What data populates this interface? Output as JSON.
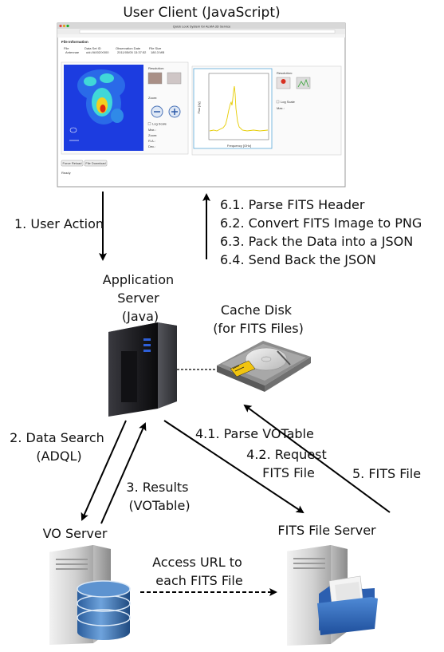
{
  "nodes": {
    "client": {
      "title": "User Client (JavaScript)"
    },
    "app_server": {
      "lines": [
        "Application",
        "Server",
        "(Java)"
      ]
    },
    "cache_disk": {
      "lines": [
        "Cache Disk",
        "(for FITS Files)"
      ]
    },
    "vo_server": {
      "title": "VO Server"
    },
    "fits_server": {
      "title": "FITS File Server"
    }
  },
  "edges": {
    "user_action": "1. User Action",
    "response_steps": [
      "6.1. Parse FITS Header",
      "6.2. Convert FITS Image to PNG",
      "6.3. Pack the Data into a JSON",
      "6.4. Send Back the JSON"
    ],
    "data_search": [
      "2. Data Search",
      "(ADQL)"
    ],
    "results": [
      "3. Results",
      "(VOTable)"
    ],
    "parse_votable": "4.1. Parse VOTable",
    "request_fits": [
      "4.2. Request",
      "FITS File"
    ],
    "fits_file": "5. FITS File",
    "access_url": [
      "Access URL to",
      "each FITS File"
    ]
  },
  "screenshot": {
    "window_title": "Quick Look System for ALMA 3D Service",
    "panel_title": "File Information",
    "fields": [
      "File",
      "Data Set ID",
      "Observation Date",
      "File Size"
    ],
    "field_values": [
      "Antennae",
      "uid://A002/X000",
      "2011/05/05 13:37:52",
      "180.3 MB"
    ],
    "left_controls": [
      "Resolution:",
      "Zoom:",
      "Log Scale",
      "Max.:",
      "Zoom:",
      "R.A.:",
      "Dec.:"
    ],
    "right_controls": [
      "Resolution:",
      "Log Scale",
      "Max.:"
    ],
    "chart_axis_x": "Frequency [GHz]",
    "chart_axis_y": "Flux [Jy]",
    "buttons": [
      "Force Reload",
      "File Download"
    ],
    "status": "Ready",
    "colors": {
      "heatmap_low": "#1c3ce0",
      "heatmap_high": "#e02810",
      "spectrum_line": "#e6cc00"
    }
  }
}
